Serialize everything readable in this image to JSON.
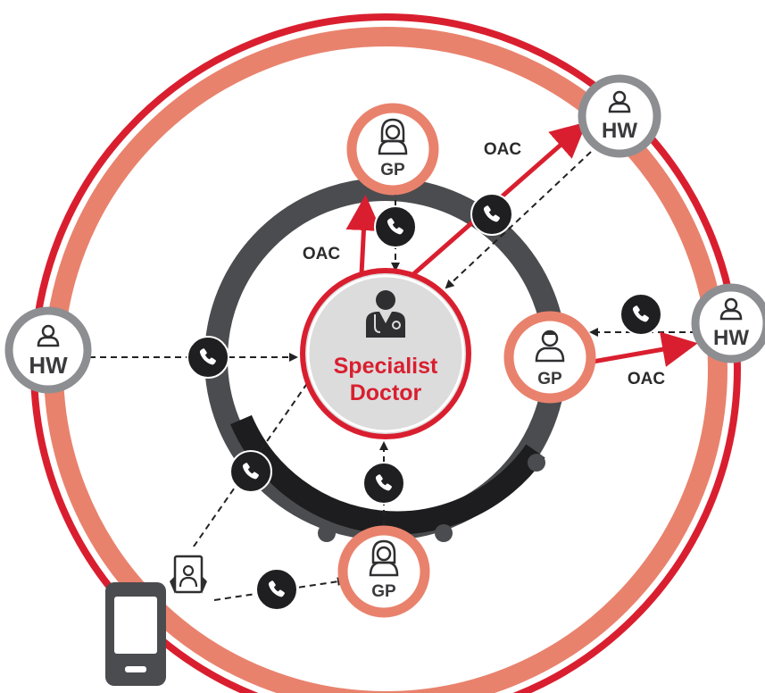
{
  "colors": {
    "red": "#d91f2f",
    "salmon": "#e9826d",
    "dark_gray": "#4b4c4f",
    "gray": "#8d8e91",
    "center_fill": "#dcdcdd",
    "phone_bubble": "#1f1f21"
  },
  "center": {
    "line1": "Specialist",
    "line2": "Doctor",
    "icon": "doctor-icon"
  },
  "nodes": {
    "gp_top": {
      "label": "GP",
      "icon": "female-doctor-icon"
    },
    "gp_right": {
      "label": "GP",
      "icon": "male-doctor-icon"
    },
    "gp_bottom": {
      "label": "GP",
      "icon": "female-doctor-icon"
    },
    "hw_left": {
      "label": "HW",
      "icon": "health-worker-icon"
    },
    "hw_top_right": {
      "label": "HW",
      "icon": "health-worker-icon"
    },
    "hw_right": {
      "label": "HW",
      "icon": "health-worker-icon"
    }
  },
  "arrows": {
    "oac_top": "OAC",
    "oac_top_right": "OAC",
    "oac_right": "OAC"
  },
  "devices": {
    "smartphone": "smartphone-icon",
    "tablet": "tablet-video-call-icon",
    "call": "phone-call-icon"
  }
}
